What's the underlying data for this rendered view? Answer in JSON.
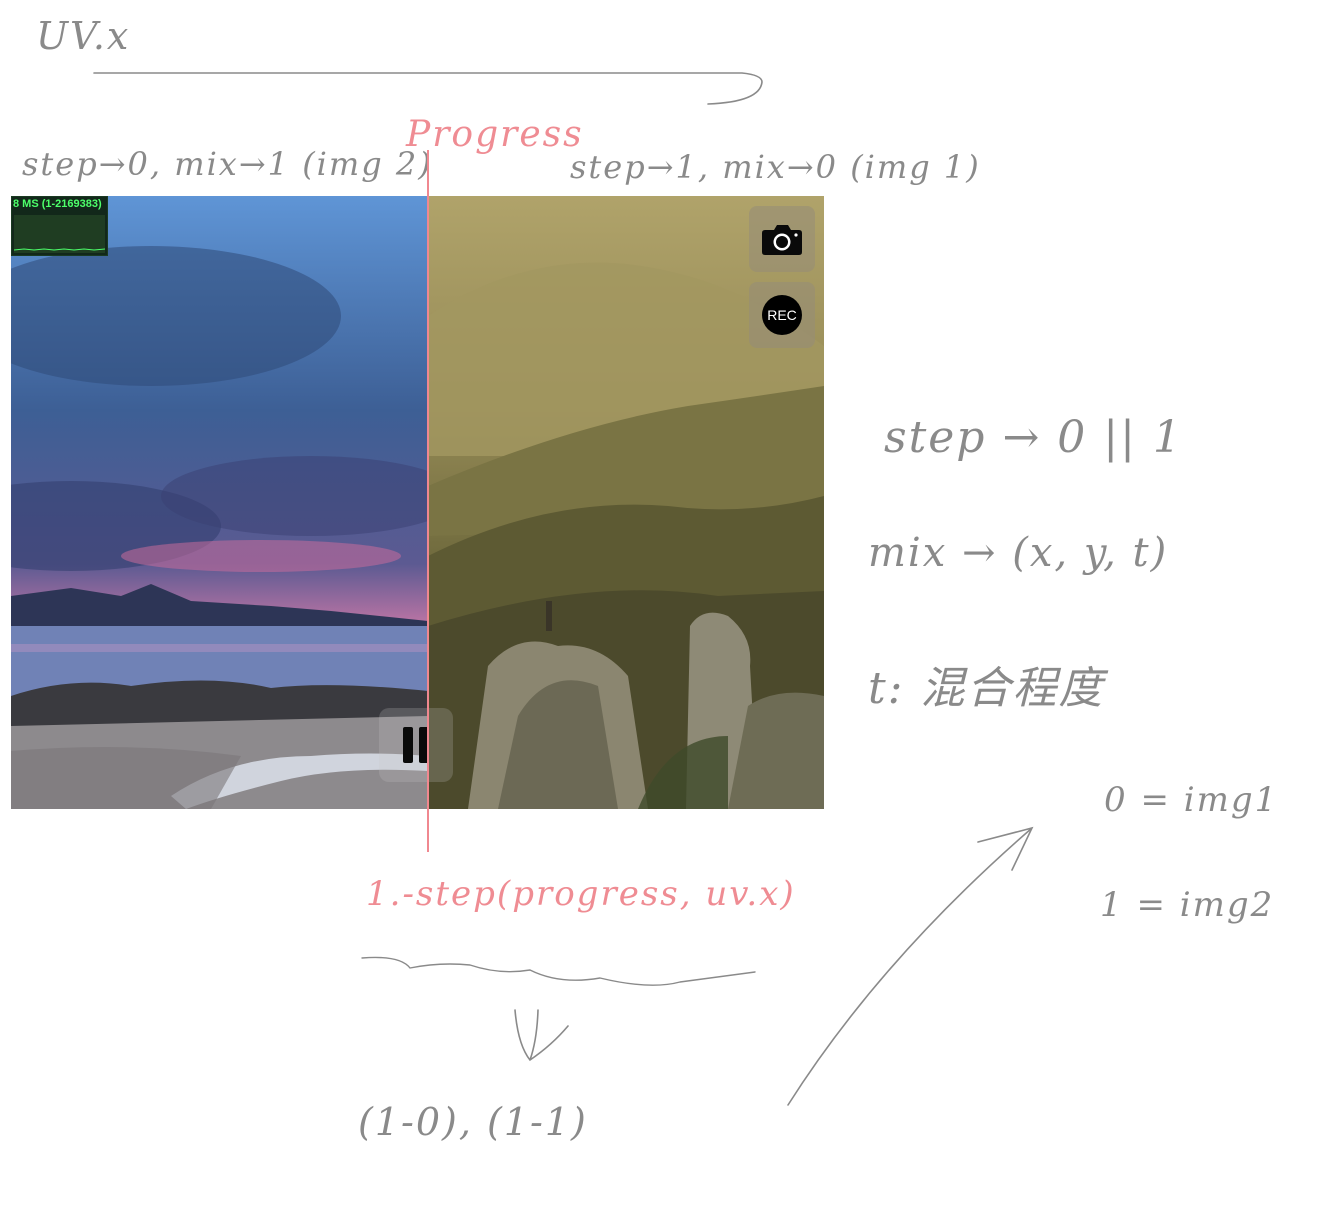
{
  "annotations": {
    "uv_x": "UV.x",
    "progress": "Progress",
    "left_caption": "step→0, mix→1 (img 2)",
    "right_caption": "step→1, mix→0 (img 1)",
    "formula": "1.-step(progress, uv.x)",
    "step_rule": "step → 0 || 1",
    "mix_rule": "mix → (x, y, t)",
    "t_rule": "t: 混合程度",
    "zero_rule": "0 = img1",
    "one_rule": "1 = img2",
    "result": "(1-0),  (1-1)"
  },
  "viewer": {
    "stats_text": "8 MS (1-2169383)",
    "rec_label": "REC",
    "icons": {
      "camera": "camera-icon",
      "record": "record-icon",
      "pause": "pause-icon"
    }
  },
  "colors": {
    "ink": "#8a8a8a",
    "accent": "#ef8c93",
    "stats_text": "#4dff6a"
  }
}
